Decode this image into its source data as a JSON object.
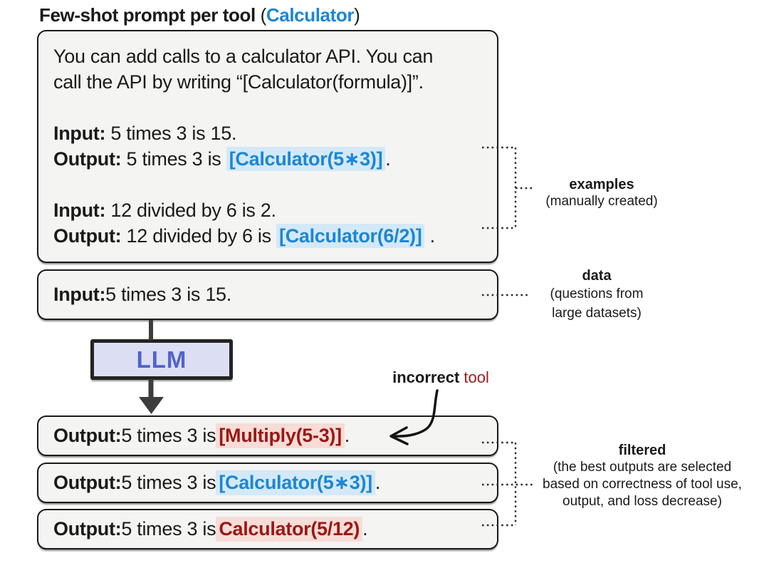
{
  "colors": {
    "ink": "#1a1a1a",
    "blue_text": "#1d86d2",
    "blue_highlight": "#d4e9f8",
    "red_text": "#9a1814",
    "red_highlight": "#f8dcd7",
    "incorrect_red": "#9b1d1d",
    "box_fill": "#f4f4f3",
    "box_border": "#1a1a1a",
    "llm_fill": "#dcdef4",
    "llm_text": "#5263c9",
    "arrow_gray": "#3d3d3d"
  },
  "title": {
    "main": "Few-shot prompt per tool",
    "paren_open": " (",
    "tool_name": "Calculator",
    "paren_close": ")"
  },
  "prompt_box": {
    "instruction_lines": [
      "You can add calls to a calculator API. You can",
      "call the API by writing “[Calculator(formula)]”."
    ],
    "examples": [
      {
        "input_label": "Input:",
        "input_text": " 5 times 3 is 15.",
        "output_label": "Output:",
        "output_text": " 5 times 3 is ",
        "tool_call": "[Calculator(5∗3)]",
        "period": "."
      },
      {
        "input_label": "Input:",
        "input_text": " 12 divided by 6 is 2.",
        "output_label": "Output:",
        "output_text": " 12 divided by 6 is ",
        "tool_call": "[Calculator(6/2)]",
        "period": " ."
      }
    ]
  },
  "data_box": {
    "input_label": "Input:",
    "input_text": " 5 times 3 is 15."
  },
  "llm": {
    "label": "LLM"
  },
  "incorrect_callout": {
    "bold_text": "incorrect",
    "plain_text": " tool"
  },
  "output_boxes": [
    {
      "label": "Output:",
      "text": " 5 times 3 is ",
      "tool_call": "[Multiply(5-3)]",
      "period": " .",
      "highlight": "red"
    },
    {
      "label": "Output:",
      "text": " 5 times 3 is ",
      "tool_call": "[Calculator(5∗3)]",
      "period": " .",
      "highlight": "blue"
    },
    {
      "label": "Output:",
      "text": " 5 times 3 is ",
      "tool_call": "Calculator(5/12)",
      "period": " .",
      "highlight": "red"
    }
  ],
  "annotations": {
    "examples": {
      "title": "examples",
      "lines": [
        "(manually created)"
      ]
    },
    "data": {
      "title": "data",
      "lines": [
        "(questions from",
        "large datasets)"
      ]
    },
    "filtered": {
      "title": "filtered",
      "lines": [
        "(the best outputs are selected",
        "based on correctness of tool use,",
        "output, and loss decrease)"
      ]
    }
  }
}
